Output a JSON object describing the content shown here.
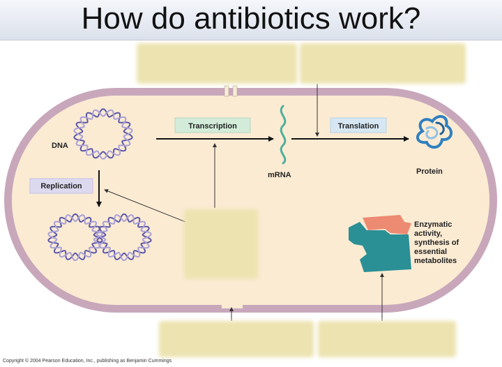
{
  "title": "How do antibiotics work?",
  "labels": {
    "dna": "DNA",
    "transcription": "Transcription",
    "mrna": "mRNA",
    "translation": "Translation",
    "protein": "Protein",
    "replication": "Replication",
    "enzymatic_line1": "Enzymatic",
    "enzymatic_line2": "activity,",
    "enzymatic_line3": "synthesis of",
    "enzymatic_line4": "essential",
    "enzymatic_line5": "metabolites"
  },
  "copyright": "Copyright © 2004 Pearson Education, Inc., publishing as Benjamin Cummings",
  "colors": {
    "cell_wall": "#c8a7bb",
    "cytoplasm": "#fbebd3",
    "dna_purple": "#5b57a8",
    "dna_lavender": "#a9a0d6",
    "mrna_green": "#4fae9b",
    "protein_blue": "#2f7fbf",
    "transcription_tag": "#d3ecd9",
    "translation_tag": "#d6e7f3",
    "replication_tag": "#dcd9ef",
    "enzyme_teal": "#2b8f96",
    "substrate_salmon": "#ec8a72",
    "hidden_box": "#ece3b0"
  }
}
